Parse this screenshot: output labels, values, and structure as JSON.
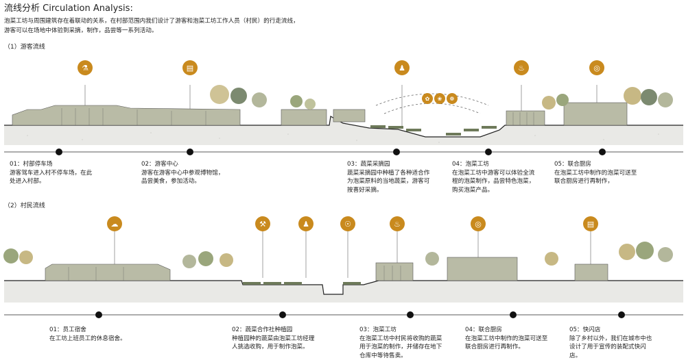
{
  "title": "流线分析  Circulation Analysis:",
  "intro": [
    "泡菜工坊与周围建筑存在着联动的关系，在村部范围内我们设计了游客和泡菜工坊工作人员（村民）的行走流线，",
    "游客可以在场地中体验到采摘，制作，品尝等一系列活动。"
  ],
  "sections": [
    {
      "label": "（1）游客流线",
      "stops": [
        {
          "title": "01：村部停车场",
          "lines": [
            "游客驾车进入村不停车场，在此",
            "处进入村部。"
          ]
        },
        {
          "title": "02：游客中心",
          "lines": [
            "游客在游客中心中参观博物馆，",
            "品尝美食，参加活动。"
          ]
        },
        {
          "title": "03：蔬菜采摘园",
          "lines": [
            "蔬菜采摘园中种植了各种适合作",
            "为泡菜原料的当地蔬菜，游客可",
            "按喜好采摘。"
          ]
        },
        {
          "title": "04：泡菜工坊",
          "lines": [
            "在泡菜工坊中游客可以体验全流",
            "程的泡菜制作，品尝特色泡菜，",
            "购买泡菜产品。"
          ]
        },
        {
          "title": "05：联合厨房",
          "lines": [
            "在泡菜工坊中制作的泡菜可送至",
            "联合厨房进行再制作，"
          ]
        }
      ],
      "icons": [
        "car-icon",
        "shop-icon",
        "farmer-icon",
        "pot-icon",
        "chef-icon"
      ],
      "extra_icons": [
        "pepper-icon",
        "vegetable-icon",
        "leaf-icon"
      ]
    },
    {
      "label": "（2）村民流线",
      "stops": [
        {
          "title": "01：员工宿舍",
          "lines": [
            "在工坊上班员工的休息宿舍。"
          ]
        },
        {
          "title": "02：蔬菜合作社种植园",
          "lines": [
            "种植园种的蔬菜由泡菜工坊经理",
            "人挑选收购，用于制作泡菜。"
          ]
        },
        {
          "title": "03：泡菜工坊",
          "lines": [
            "在泡菜工坊中村民将收购的蔬菜",
            "用于泡菜的制作，并储存在地下",
            "仓库中等待售卖。"
          ]
        },
        {
          "title": "04：联合厨房",
          "lines": [
            "在泡菜工坊中制作的泡菜可送至",
            "联合厨房进行再制作。"
          ]
        },
        {
          "title": "05：快闪店",
          "lines": [
            "除了乡村以外，我们在城市中也",
            "设计了用于宣传的装配式快闪",
            "店。"
          ]
        }
      ],
      "icons": [
        "bed-icon",
        "worker-icon",
        "farmer-icon",
        "basket-icon",
        "pot-icon",
        "chef-icon",
        "shop-icon"
      ]
    }
  ],
  "colors": {
    "accent": "#c98a1e",
    "building": "#b9bba6",
    "ground": "#e9e9e6",
    "tree": "#9aa67c"
  }
}
